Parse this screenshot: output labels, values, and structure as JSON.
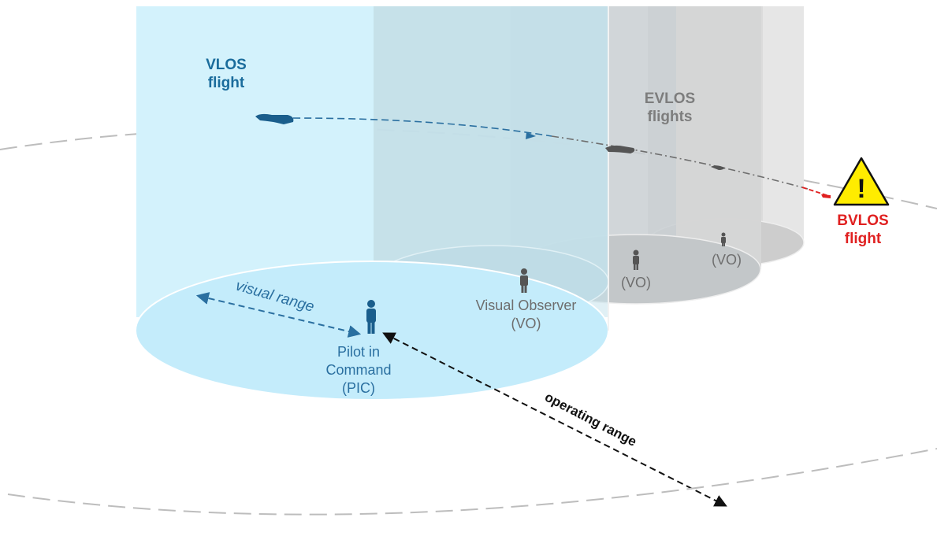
{
  "labels": {
    "vlos_line1": "VLOS",
    "vlos_line2": "flight",
    "evlos_line1": "EVLOS",
    "evlos_line2": "flights",
    "bvlos_line1": "BVLOS",
    "bvlos_line2": "flight",
    "visual_range": "visual range",
    "operating_range": "operating range",
    "pic_line1": "Pilot in",
    "pic_line2": "Command",
    "pic_line3": "(PIC)",
    "observer_line1": "Visual Observer",
    "observer_line2": "(VO)",
    "vo_2": "(VO)",
    "vo_3": "(VO)",
    "warning_symbol": "!"
  },
  "colors": {
    "vlos_blue": "#1a6c9c",
    "pic_blue": "#2a6fa0",
    "evlos_gray": "#7d7d7d",
    "bvlos_red": "#e02020",
    "cylinder_blue": "#d3f2fc",
    "disc_blue": "#c4ecfb",
    "warning_yellow": "#ffec00",
    "dash_gray": "#bdbdbd"
  },
  "icons": {
    "drone": "drone-silhouette-icon",
    "person": "person-icon",
    "warning": "warning-triangle-icon"
  }
}
